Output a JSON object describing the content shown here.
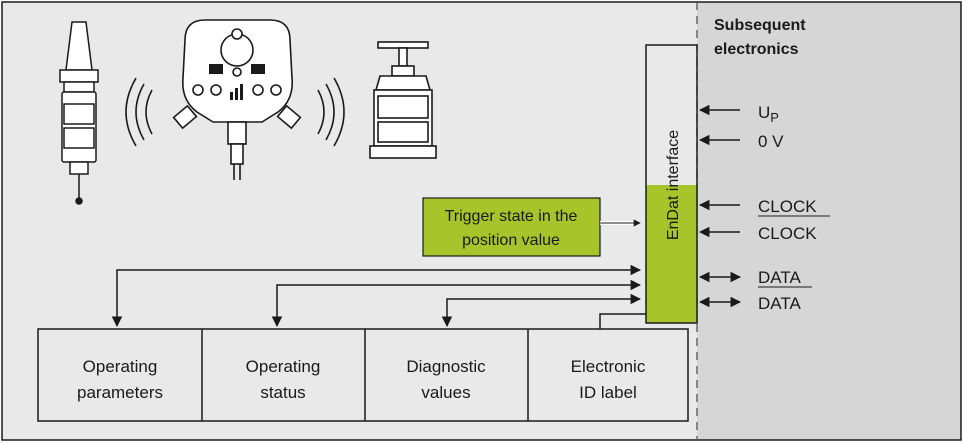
{
  "subsequent_electronics": {
    "line1": "Subsequent",
    "line2": "electronics"
  },
  "interface_label": "EnDat interface",
  "trigger_box": {
    "line1": "Trigger state in the",
    "line2": "position value"
  },
  "signals": {
    "up": "U",
    "up_sub": "P",
    "zero_v": "0 V",
    "clock": "CLOCK",
    "clock_inv": "CLOCK",
    "data": "DATA",
    "data_inv": "DATA"
  },
  "memory_blocks": [
    {
      "line1": "Operating",
      "line2": "parameters"
    },
    {
      "line1": "Operating",
      "line2": "status"
    },
    {
      "line1": "Diagnostic",
      "line2": "values"
    },
    {
      "line1": "Electronic",
      "line2": "ID label"
    }
  ],
  "colors": {
    "panel": "#e9e9e9",
    "right_panel": "#d6d6d6",
    "accent_green": "#a8c42a",
    "line": "#1a1a1a"
  },
  "icons": [
    "touch-probe-shank-icon",
    "wireless-transceiver-icon",
    "wireless-waves-icon",
    "workpiece-probe-icon"
  ]
}
